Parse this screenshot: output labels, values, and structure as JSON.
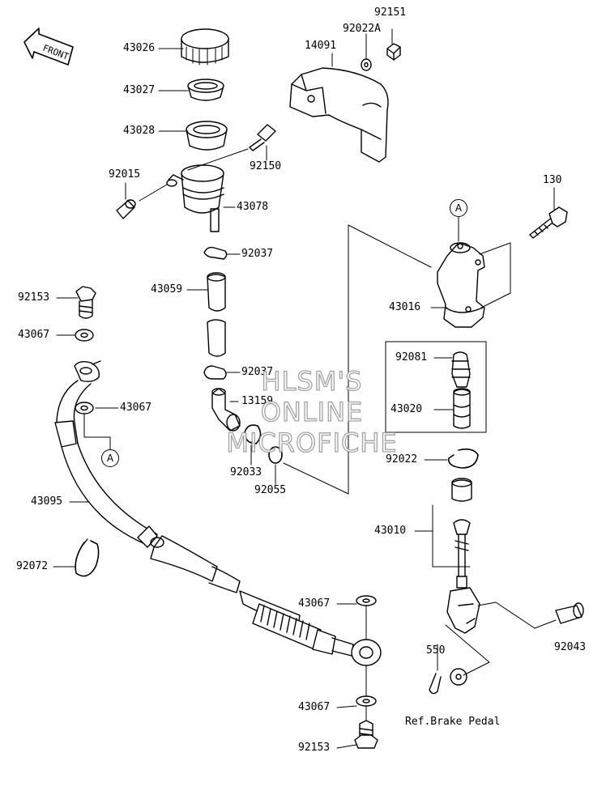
{
  "front_marker": "FRONT",
  "reference_note": "Ref.Brake Pedal",
  "callout_letter": "A",
  "watermark": [
    "HLSM'S",
    "ONLINE",
    "MICROFICHE"
  ],
  "parts": {
    "p43026": "43026",
    "p43027": "43027",
    "p43028": "43028",
    "p92015": "92015",
    "p43078": "43078",
    "p92150": "92150",
    "p14091": "14091",
    "p92022A": "92022A",
    "p92151": "92151",
    "p130": "130",
    "p92037_top": "92037",
    "p43059": "43059",
    "p92037_bottom": "92037",
    "p13159": "13159",
    "p92033": "92033",
    "p92055": "92055",
    "p92153_top": "92153",
    "p43067_1": "43067",
    "p43067_2": "43067",
    "p43016": "43016",
    "p92081": "92081",
    "p43020": "43020",
    "p92022": "92022",
    "p43010": "43010",
    "p43095": "43095",
    "p92072": "92072",
    "p43067_3": "43067",
    "p43067_4": "43067",
    "p92153_bottom": "92153",
    "p550": "550",
    "p92043": "92043"
  }
}
